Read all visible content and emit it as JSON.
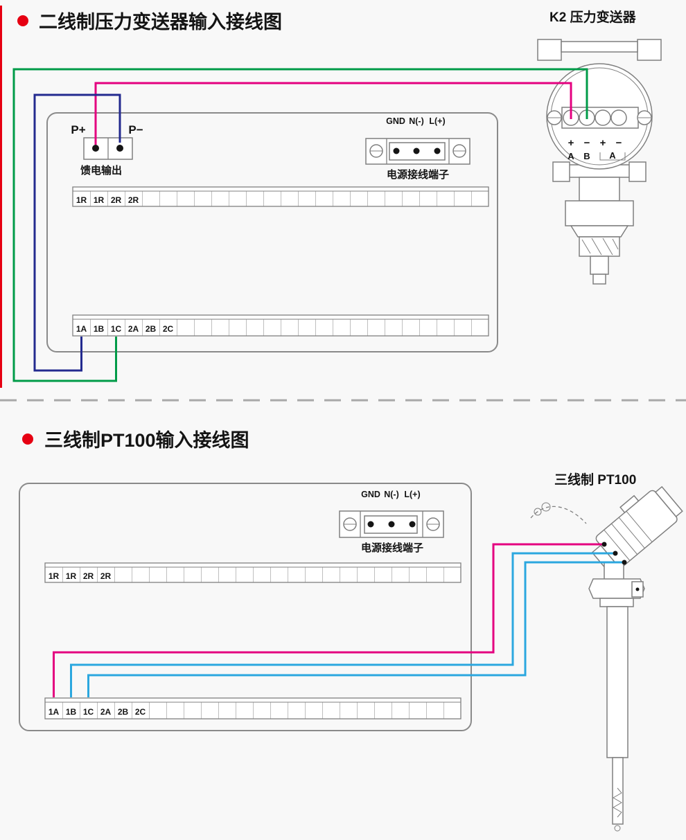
{
  "colors": {
    "bullet_red": "#e60012",
    "edge_stripe_red": "#e60012",
    "wire_green": "#009b48",
    "wire_magenta": "#e4007f",
    "wire_navy": "#232a8f",
    "wire_blue": "#2ba7df"
  },
  "section_two_wire": {
    "title": "二线制压力变送器输入接线图",
    "device_label": "K2  压力变送器",
    "transmitter": {
      "polarity": [
        "+",
        "−",
        "+",
        "−"
      ],
      "terminals": [
        "A",
        "B",
        "A"
      ]
    },
    "panel": {
      "p_plus": "P+",
      "p_minus": "P−",
      "feed_output": "馈电输出",
      "power_labels": [
        "GND",
        "N(-)",
        "L(+)"
      ],
      "power_caption": "电源接线端子",
      "strip_top": [
        "1R",
        "1R",
        "2R",
        "2R"
      ],
      "strip_bottom": [
        "1A",
        "1B",
        "1C",
        "2A",
        "2B",
        "2C"
      ]
    }
  },
  "section_three_wire": {
    "title": "三线制PT100输入接线图",
    "device_label": "三线制  PT100",
    "panel": {
      "power_labels": [
        "GND",
        "N(-)",
        "L(+)"
      ],
      "power_caption": "电源接线端子",
      "strip_top": [
        "1R",
        "1R",
        "2R",
        "2R"
      ],
      "strip_bottom": [
        "1A",
        "1B",
        "1C",
        "2A",
        "2B",
        "2C"
      ]
    }
  }
}
